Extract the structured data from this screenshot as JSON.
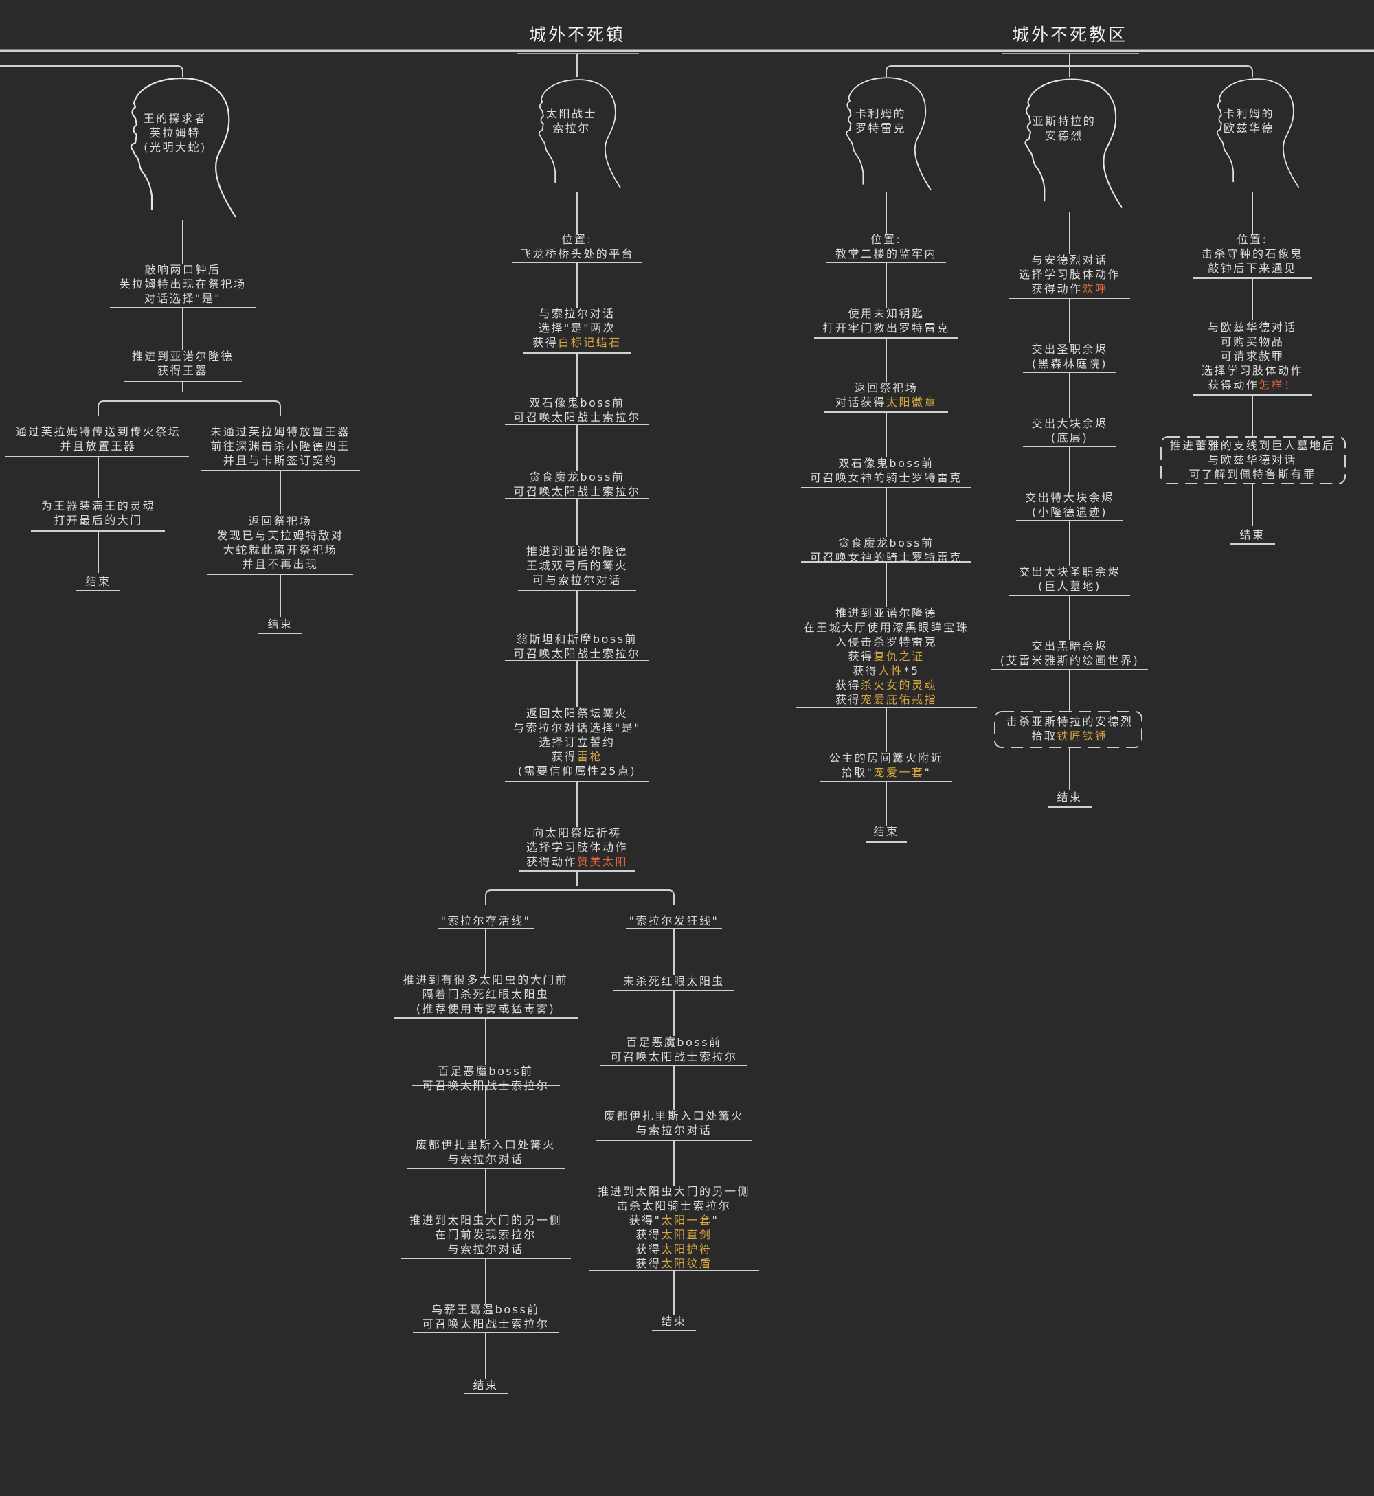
{
  "sections": [
    {
      "title": "城外不死镇"
    },
    {
      "title": "城外不死教区"
    }
  ],
  "characters": [
    {
      "head_label": "王的探求者\n芙拉姆特\n(光明大蛇)",
      "steps": [
        {
          "text": "敲响两口钟后\n芙拉姆特出现在祭祀场\n对话选择\"是\""
        },
        {
          "text": "推进到亚诺尔隆德\n获得王器"
        }
      ],
      "branches": [
        {
          "steps": [
            {
              "text": "通过芙拉姆特传送到传火祭坛\n并且放置王器"
            },
            {
              "text": "为王器装满王的灵魂\n打开最后的大门"
            },
            {
              "text": "结束"
            }
          ]
        },
        {
          "steps": [
            {
              "text": "未通过芙拉姆特放置王器\n前往深渊击杀小隆德四王\n并且与卡斯签订契约"
            },
            {
              "text": "返回祭祀场\n发现已与芙拉姆特敌对\n大蛇就此离开祭祀场\n并且不再出现"
            },
            {
              "text": "结束"
            }
          ]
        }
      ]
    },
    {
      "head_label": "太阳战士\n索拉尔",
      "steps": [
        {
          "text": "位置:\n飞龙桥桥头处的平台"
        },
        {
          "text": "与索拉尔对话\n选择\"是\"两次\n获得",
          "highlight": "白标记蜡石"
        },
        {
          "text": "双石像鬼boss前\n可召唤太阳战士索拉尔"
        },
        {
          "text": "贪食魔龙boss前\n可召唤太阳战士索拉尔"
        },
        {
          "text": "推进到亚诺尔隆德\n王城双弓后的篝火\n可与索拉尔对话"
        },
        {
          "text": "翁斯坦和斯摩boss前\n可召唤太阳战士索拉尔"
        },
        {
          "text": "返回太阳祭坛篝火\n与索拉尔对话选择\"是\"\n选择订立誓约\n获得",
          "highlight": "雷枪",
          "after": "\n(需要信仰属性25点)"
        },
        {
          "text": "向太阳祭坛祈祷\n选择学习肢体动作\n获得动作",
          "emphasis": "赞美太阳"
        }
      ],
      "branches": [
        {
          "name": "\"索拉尔存活线\"",
          "steps": [
            {
              "text": "推进到有很多太阳虫的大门前\n隔着门杀死红眼太阳虫\n(推荐使用毒雾或猛毒雾)"
            },
            {
              "text": "百足恶魔boss前\n可召唤太阳战士索拉尔"
            },
            {
              "text": "废都伊扎里斯入口处篝火\n与索拉尔对话"
            },
            {
              "text": "推进到太阳虫大门的另一侧\n在门前发现索拉尔\n与索拉尔对话"
            },
            {
              "text": "乌薪王葛温boss前\n可召唤太阳战士索拉尔"
            },
            {
              "text": "结束"
            }
          ]
        },
        {
          "name": "\"索拉尔发狂线\"",
          "steps": [
            {
              "text": "未杀死红眼太阳虫"
            },
            {
              "text": "百足恶魔boss前\n可召唤太阳战士索拉尔"
            },
            {
              "text": "废都伊扎里斯入口处篝火\n与索拉尔对话"
            },
            {
              "text": "推进到太阳虫大门的另一侧\n击杀太阳骑士索拉尔",
              "rewards": [
                "获得\"|太阳一套|\"",
                "获得|太阳直剑|",
                "获得|太阳护符|",
                "获得|太阳纹盾|"
              ]
            },
            {
              "text": "结束"
            }
          ]
        }
      ]
    },
    {
      "head_label": "卡利姆的\n罗特雷克",
      "steps": [
        {
          "text": "位置:\n教堂二楼的监牢内"
        },
        {
          "text": "使用未知钥匙\n打开牢门救出罗特雷克"
        },
        {
          "text": "返回祭祀场\n对话获得",
          "highlight": "太阳徽章"
        },
        {
          "text": "双石像鬼boss前\n可召唤女神的骑士罗特雷克"
        },
        {
          "text": "贪食魔龙boss前\n可召唤女神的骑士罗特雷克"
        },
        {
          "text": "推进到亚诺尔隆德\n在王城大厅使用漆黑眼眸宝珠\n入侵击杀罗特雷克",
          "rewards": [
            "获得|复仇之证|",
            "获得|人性|*5",
            "获得|杀火女的灵魂|",
            "获得|宠爱庇佑戒指|"
          ]
        },
        {
          "text": "公主的房间篝火附近\n拾取\"",
          "highlight": "宠爱一套",
          "after": "\""
        },
        {
          "text": "结束"
        }
      ]
    },
    {
      "head_label": "亚斯特拉的\n安德烈",
      "steps": [
        {
          "text": "与安德烈对话\n选择学习肢体动作\n获得动作",
          "emphasis": "欢呼"
        },
        {
          "text": "交出圣职余烬\n(黑森林庭院)"
        },
        {
          "text": "交出大块余烬\n(底层)"
        },
        {
          "text": "交出特大块余烬\n(小隆德遗迹)"
        },
        {
          "text": "交出大块圣职余烬\n(巨人墓地)"
        },
        {
          "text": "交出黑暗余烬\n(艾雷米雅斯的绘画世界)"
        },
        {
          "text": "击杀亚斯特拉的安德烈\n拾取",
          "highlight": "铁匠铁锤"
        },
        {
          "text": "结束"
        }
      ]
    },
    {
      "head_label": "卡利姆的\n欧兹华德",
      "steps": [
        {
          "text": "位置:\n击杀守钟的石像鬼\n敲钟后下来遇见"
        },
        {
          "text": "与欧兹华德对话\n可购买物品\n可请求赦罪\n选择学习肢体动作\n获得动作",
          "emphasis": "怎样！"
        },
        {
          "text": "推进蕾雅的支线到巨人墓地后\n与欧兹华德对话\n可了解到佩特鲁斯有罪"
        },
        {
          "text": "结束"
        }
      ]
    }
  ]
}
